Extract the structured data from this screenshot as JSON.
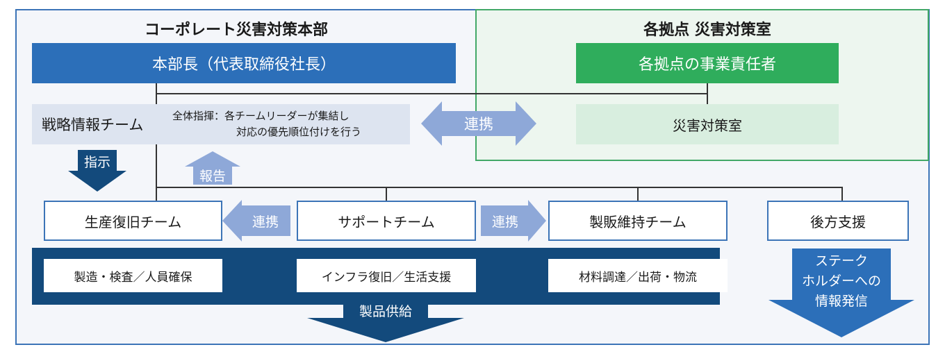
{
  "corporate": {
    "title": "コーポレート災害対策本部",
    "head": "本部長（代表取締役社長）",
    "strategy_team": "戦略情報チーム",
    "strategy_note_line1": "全体指揮：各チームリーダーが集結し",
    "strategy_note_line2": "対応の優先順位付けを行う"
  },
  "sites": {
    "title": "各拠点 災害対策室",
    "head": "各拠点の事業責任者",
    "disaster_room": "災害対策室"
  },
  "arrows": {
    "collab_main": "連携",
    "instruct": "指示",
    "report": "報告",
    "collab_left": "連携",
    "collab_right": "連携",
    "product_supply": "製品供給",
    "stakeholder_info_line1": "ステーク",
    "stakeholder_info_line2": "ホルダーへの",
    "stakeholder_info_line3": "情報発信"
  },
  "teams": {
    "production": "生産復旧チーム",
    "support": "サポートチーム",
    "sales": "製販維持チーム",
    "rear": "後方支援"
  },
  "tasks": {
    "production": "製造・検査／人員確保",
    "support": "インフラ復旧／生活支援",
    "sales": "材料調達／出荷・物流"
  },
  "colors": {
    "corporate_blue": "#2c6fb9",
    "green": "#2fad5c",
    "navy": "#134a7c",
    "arrow_light": "#8ea8d8",
    "arrow_dark": "#134a7c",
    "arrow_stakeholder": "#2c6fb9"
  }
}
